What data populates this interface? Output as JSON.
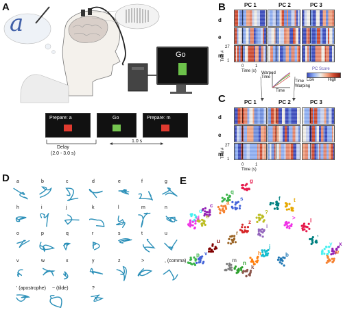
{
  "panels": {
    "A": "A",
    "B": "B",
    "C": "C",
    "D": "D",
    "E": "E"
  },
  "panelA": {
    "handwritten_char": "a",
    "monitor_text": "Go",
    "timeline": {
      "prepare_a": "Prepare: a",
      "go": "Go",
      "prepare_m": "Prepare: m",
      "delay": "Delay",
      "delay_range": "(2.0 - 3.0 s)",
      "interval": "1.0 s"
    }
  },
  "panelB": {
    "pc_labels": [
      "PC 1",
      "PC 2",
      "PC 3"
    ],
    "rows": [
      "d",
      "e",
      "m"
    ],
    "trial_label": "Trial #",
    "trial_max": "27",
    "trial_min": "1",
    "ticks": [
      "0",
      "1"
    ],
    "time_label": "Time (s)",
    "colorbar_title": "PC Score",
    "colorbar_low": "Low",
    "colorbar_high": "High",
    "warped_time": "Warped Time",
    "time": "Time",
    "time_warping": "Time Warping"
  },
  "panelC": {
    "pc_labels": [
      "PC 1",
      "PC 2",
      "PC 3"
    ],
    "rows": [
      "d",
      "e",
      "m"
    ],
    "trial_label": "Trial #",
    "trial_max": "27",
    "trial_min": "1",
    "ticks": [
      "0",
      "1"
    ],
    "time_label": "Time (s)"
  },
  "panelD": {
    "chars": [
      "a",
      "b",
      "c",
      "d",
      "e",
      "f",
      "g",
      "h",
      "i",
      "j",
      "k",
      "l",
      "m",
      "n",
      "o",
      "p",
      "q",
      "r",
      "s",
      "t",
      "u",
      "v",
      "w",
      "x",
      "y",
      "z",
      ">",
      ", (comma)",
      "' (apostrophe)",
      "~ (tilde)",
      "?"
    ]
  },
  "panelE": {
    "clusters": [
      "g",
      "q",
      "s",
      "a",
      "c",
      "o",
      "d",
      "e",
      "f",
      "t",
      "r",
      "u",
      "b",
      "j",
      "z",
      "m",
      "n",
      "h",
      "i",
      "k",
      "l",
      "p",
      "v",
      "w",
      "x",
      "y",
      ">",
      "?",
      ","
    ]
  },
  "colors": {
    "trace": "#2a8fb8",
    "hm_blue": "#3b4cc0",
    "hm_red": "#d1492e",
    "hm_white": "#f2efe8"
  }
}
